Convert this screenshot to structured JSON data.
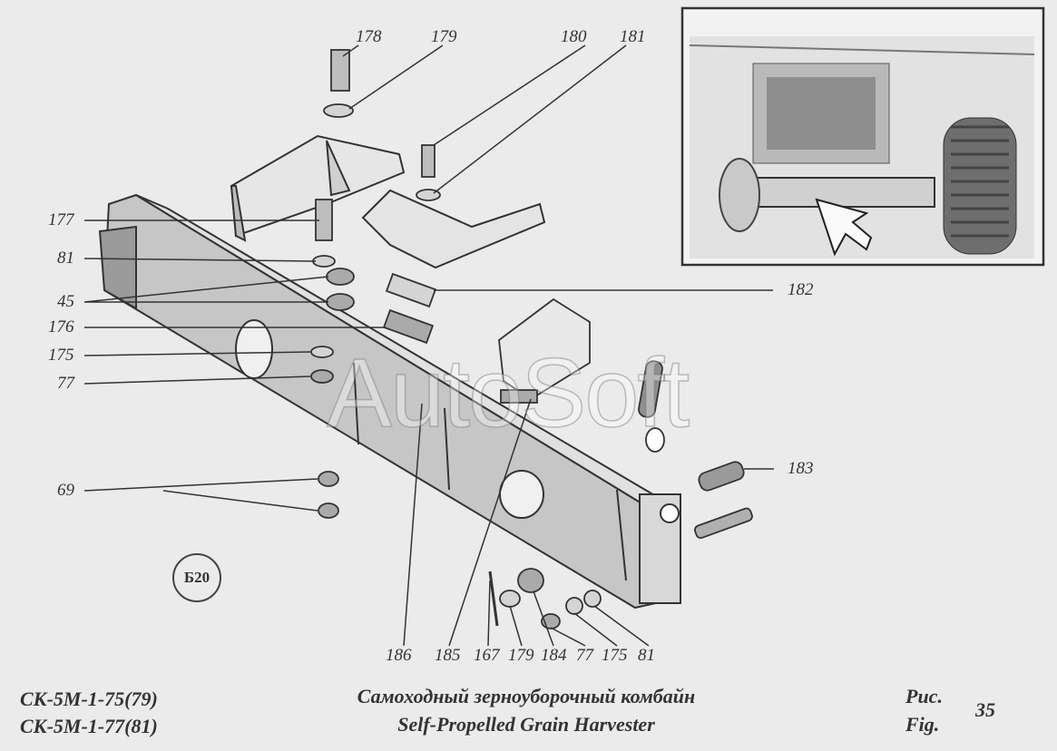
{
  "callouts": {
    "c178": "178",
    "c179": "179",
    "c180": "180",
    "c181": "181",
    "c177": "177",
    "c81": "81",
    "c45": "45",
    "c176": "176",
    "c175": "175",
    "c77": "77",
    "c69": "69",
    "c182": "182",
    "c183": "183",
    "b186": "186",
    "b185": "185",
    "b167": "167",
    "b179": "179",
    "b184": "184",
    "b77": "77",
    "b175": "175",
    "b81": "81"
  },
  "badge": "Б20",
  "watermark": "AutoSoft",
  "footer": {
    "model_line1": "СК-5М-1-75(79)",
    "model_line2": "СК-5М-1-77(81)",
    "title_ru": "Самоходный зерноуборочный комбайн",
    "title_en": "Self-Propelled Grain Harvester",
    "fig_ru": "Рис.",
    "fig_en": "Fig.",
    "fig_number": "35"
  }
}
